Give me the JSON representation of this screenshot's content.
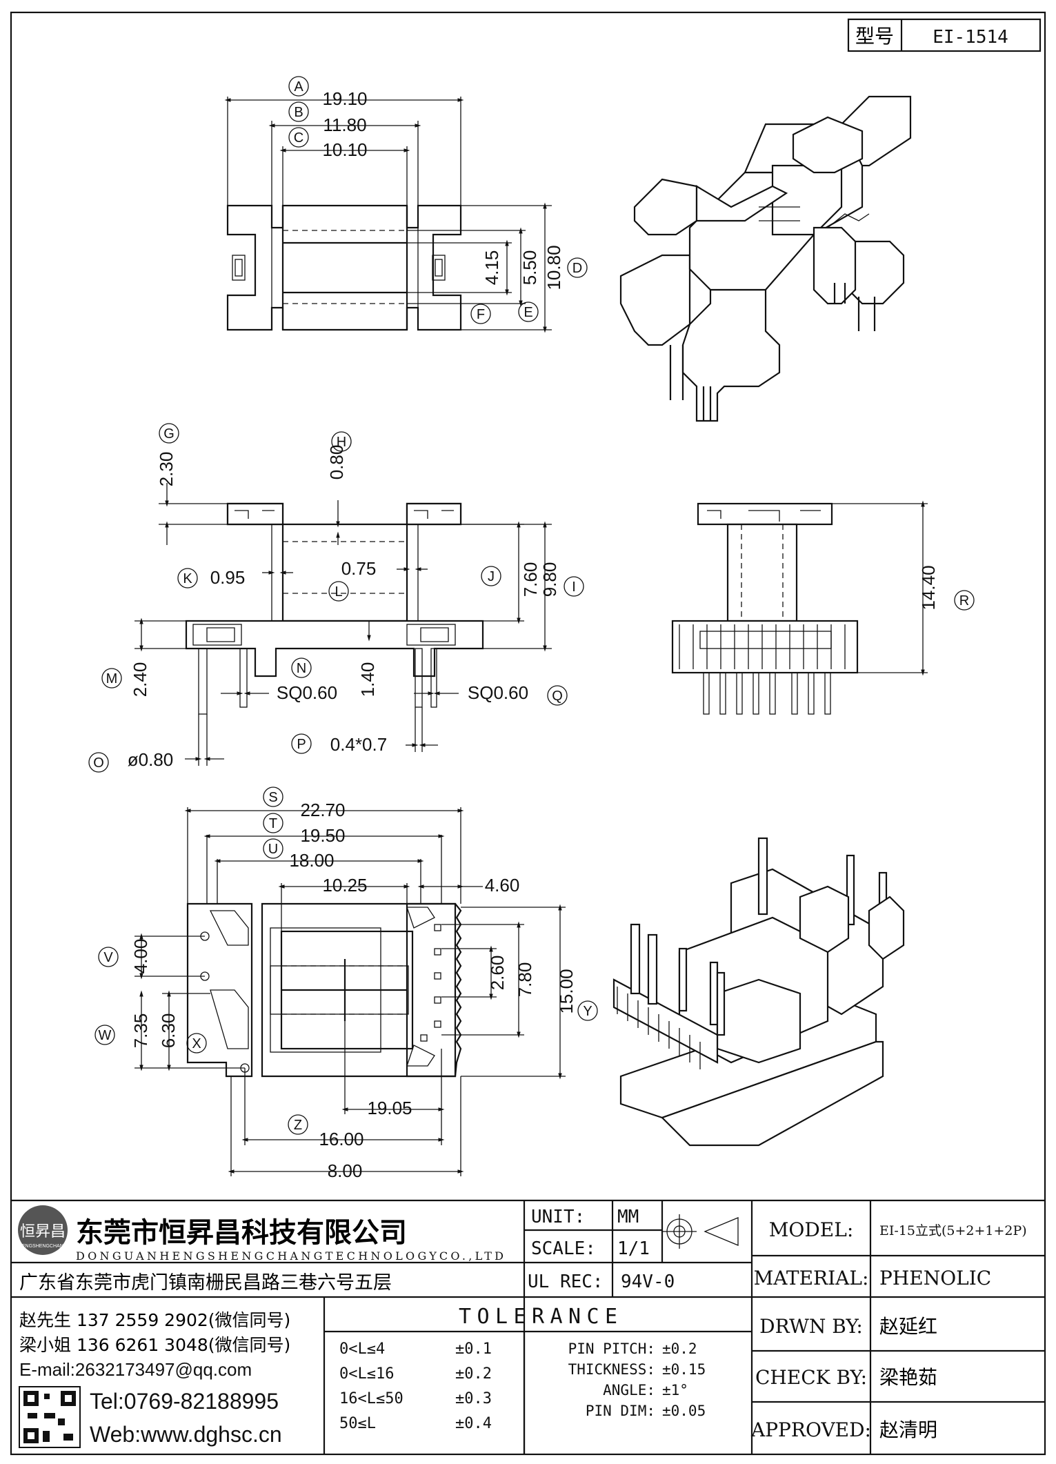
{
  "model_box": {
    "label": "型号",
    "value": "EI-1514"
  },
  "top_view": {
    "dims": [
      {
        "id": "A",
        "value": "19.10"
      },
      {
        "id": "B",
        "value": "11.80"
      },
      {
        "id": "C",
        "value": "10.10"
      },
      {
        "id": "D",
        "value": "10.80"
      },
      {
        "id": "E",
        "value": "5.50"
      },
      {
        "id": "F",
        "value": "4.15"
      }
    ]
  },
  "front_view": {
    "dims": [
      {
        "id": "G",
        "value": "2.30"
      },
      {
        "id": "H",
        "value": "0.80"
      },
      {
        "id": "K",
        "value": "0.95"
      },
      {
        "id": "L",
        "value": "0.75"
      },
      {
        "id": "J",
        "value": "7.60"
      },
      {
        "id": "I",
        "value": "9.80"
      },
      {
        "id": "M",
        "value": "2.40"
      },
      {
        "id": "N",
        "value": "SQ0.60"
      },
      {
        "id": "N2",
        "value": "1.40"
      },
      {
        "id": "Q",
        "value": "SQ0.60"
      },
      {
        "id": "P",
        "value": "0.4*0.7"
      },
      {
        "id": "O",
        "value": "ø0.80"
      }
    ]
  },
  "side_view": {
    "dims": [
      {
        "id": "R",
        "value": "14.40"
      }
    ]
  },
  "bottom_view": {
    "dims": [
      {
        "id": "S",
        "value": "22.70"
      },
      {
        "id": "T",
        "value": "19.50"
      },
      {
        "id": "U",
        "value": "18.00"
      },
      {
        "id": "U2",
        "value": "10.25"
      },
      {
        "id": "U3",
        "value": "4.60"
      },
      {
        "id": "V",
        "value": "4.00"
      },
      {
        "id": "W",
        "value": "7.35"
      },
      {
        "id": "X",
        "value": "6.30"
      },
      {
        "id": "Y",
        "value": "15.00"
      },
      {
        "id": "Y2",
        "value": "7.80"
      },
      {
        "id": "Y3",
        "value": "2.60"
      },
      {
        "id": "Z",
        "value": "16.00"
      },
      {
        "id": "Z2",
        "value": "8.00"
      },
      {
        "id": "Z3",
        "value": "19.05"
      }
    ]
  },
  "title_block": {
    "company_cn": "东莞市恒昇昌科技有限公司",
    "company_en": "DONGUANHENGSHENGCHANGTECHNOLOGYCO.,LTD",
    "logo_text": "恒昇昌",
    "logo_sub": "HENGSHENGCHANG",
    "address": "广东省东莞市虎门镇南栅民昌路三巷六号五层",
    "contacts": [
      "赵先生 137 2559 2902(微信同号)",
      "梁小姐 136 6261 3048(微信同号)",
      "E-mail:2632173497@qq.com"
    ],
    "tel": "Tel:0769-82188995",
    "web": "Web:www.dghsc.cn",
    "unit_label": "UNIT:",
    "unit_value": "MM",
    "scale_label": "SCALE:",
    "scale_value": "1/1",
    "ulrec_label": "UL REC:",
    "ulrec_value": "94V-0",
    "tolerance_title": "TOLERANCE",
    "tolerances": [
      {
        "range": "0<L≤4",
        "tol": "±0.1"
      },
      {
        "range": "0<L≤16",
        "tol": "±0.2"
      },
      {
        "range": "16<L≤50",
        "tol": "±0.3"
      },
      {
        "range": "50≤L",
        "tol": "±0.4"
      }
    ],
    "pin_tolerances": [
      {
        "name": "PIN PITCH:",
        "tol": "±0.2"
      },
      {
        "name": "THICKNESS:",
        "tol": "±0.15"
      },
      {
        "name": "ANGLE:",
        "tol": "±1°"
      },
      {
        "name": "PIN DIM:",
        "tol": "±0.05"
      }
    ],
    "fields": [
      {
        "label": "MODEL:",
        "value": "EI-15立式(5+2+1+2P)"
      },
      {
        "label": "MATERIAL:",
        "value": "PHENOLIC"
      },
      {
        "label": "DRWN BY:",
        "value": "赵延红"
      },
      {
        "label": "CHECK BY:",
        "value": "梁艳茹"
      },
      {
        "label": "APPROVED:",
        "value": "赵清明"
      }
    ]
  }
}
